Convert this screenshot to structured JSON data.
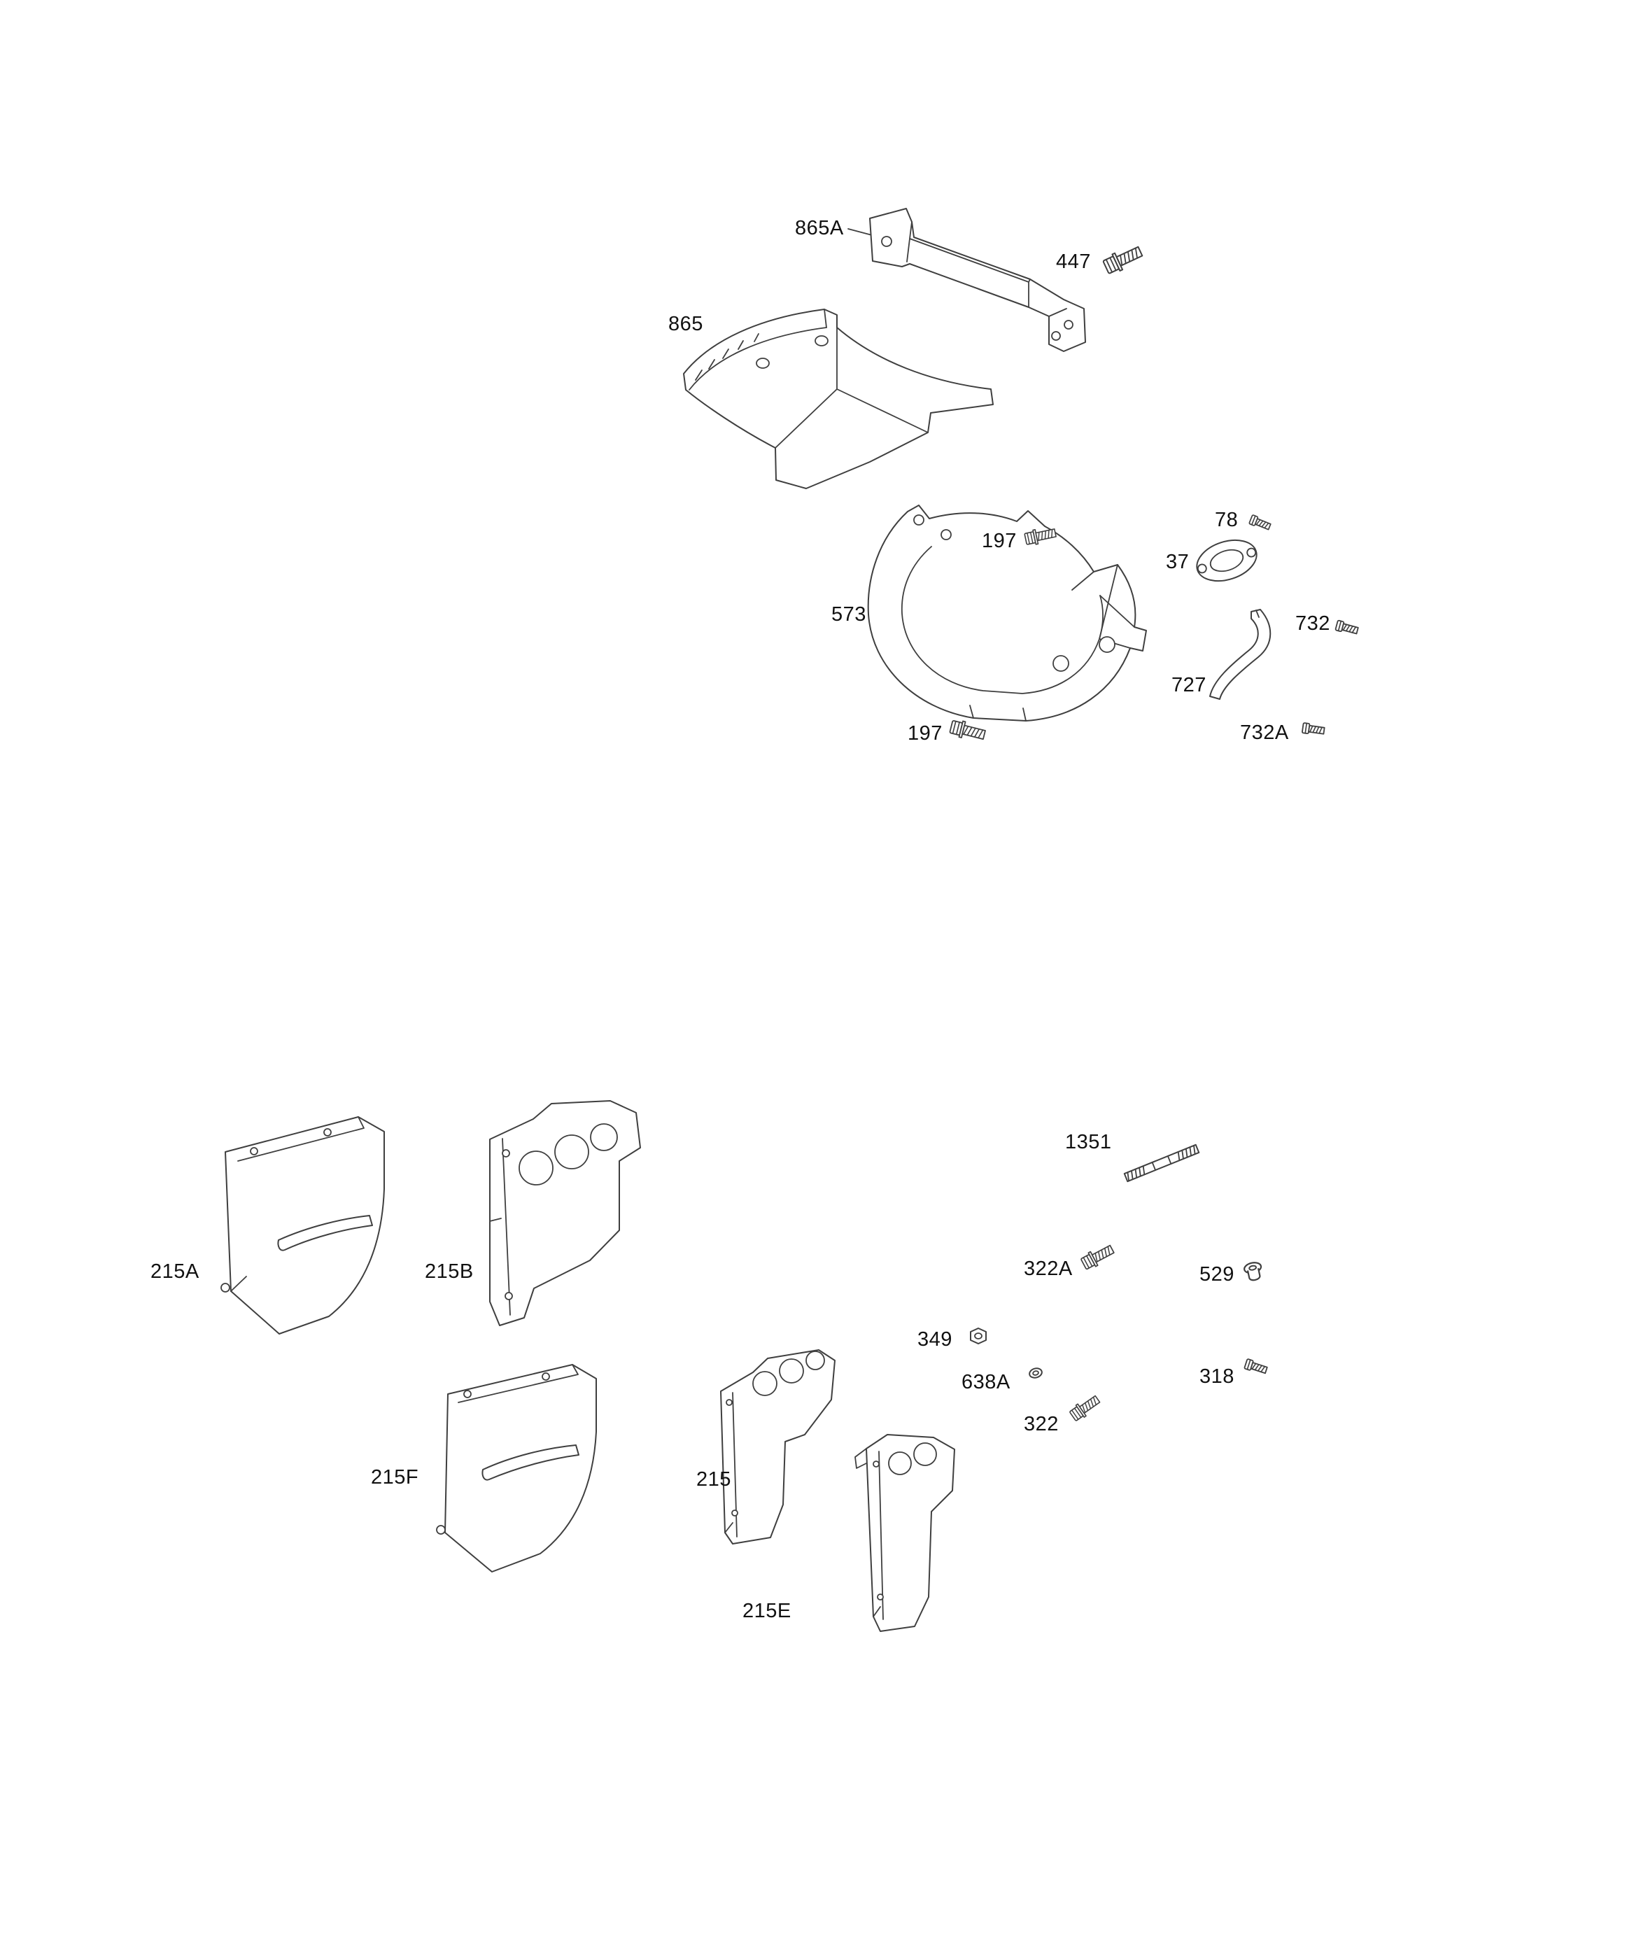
{
  "page": {
    "background_color": "#ffffff",
    "line_color": "#3f3f3f",
    "text_color": "#111111"
  },
  "labels": [
    {
      "text": "865A",
      "kind": "bracket-shield"
    },
    {
      "text": "447",
      "kind": "hex-flange-bolt"
    },
    {
      "text": "865",
      "kind": "blower-housing-cover"
    },
    {
      "text": "197",
      "kind": "hex-flange-bolt"
    },
    {
      "text": "78",
      "kind": "screw"
    },
    {
      "text": "37",
      "kind": "gasket"
    },
    {
      "text": "573",
      "kind": "blower-housing"
    },
    {
      "text": "732",
      "kind": "screw"
    },
    {
      "text": "727",
      "kind": "deflector-bracket"
    },
    {
      "text": "197",
      "kind": "hex-flange-bolt"
    },
    {
      "text": "732A",
      "kind": "screw"
    },
    {
      "text": "1351",
      "kind": "stud"
    },
    {
      "text": "322A",
      "kind": "hex-flange-bolt"
    },
    {
      "text": "529",
      "kind": "grommet"
    },
    {
      "text": "215A",
      "kind": "baffle-panel"
    },
    {
      "text": "215B",
      "kind": "baffle-panel"
    },
    {
      "text": "349",
      "kind": "hex-nut"
    },
    {
      "text": "638A",
      "kind": "washer"
    },
    {
      "text": "318",
      "kind": "screw"
    },
    {
      "text": "322",
      "kind": "hex-flange-bolt"
    },
    {
      "text": "215F",
      "kind": "baffle-panel"
    },
    {
      "text": "215",
      "kind": "baffle-bracket"
    },
    {
      "text": "215E",
      "kind": "baffle-panel"
    }
  ]
}
